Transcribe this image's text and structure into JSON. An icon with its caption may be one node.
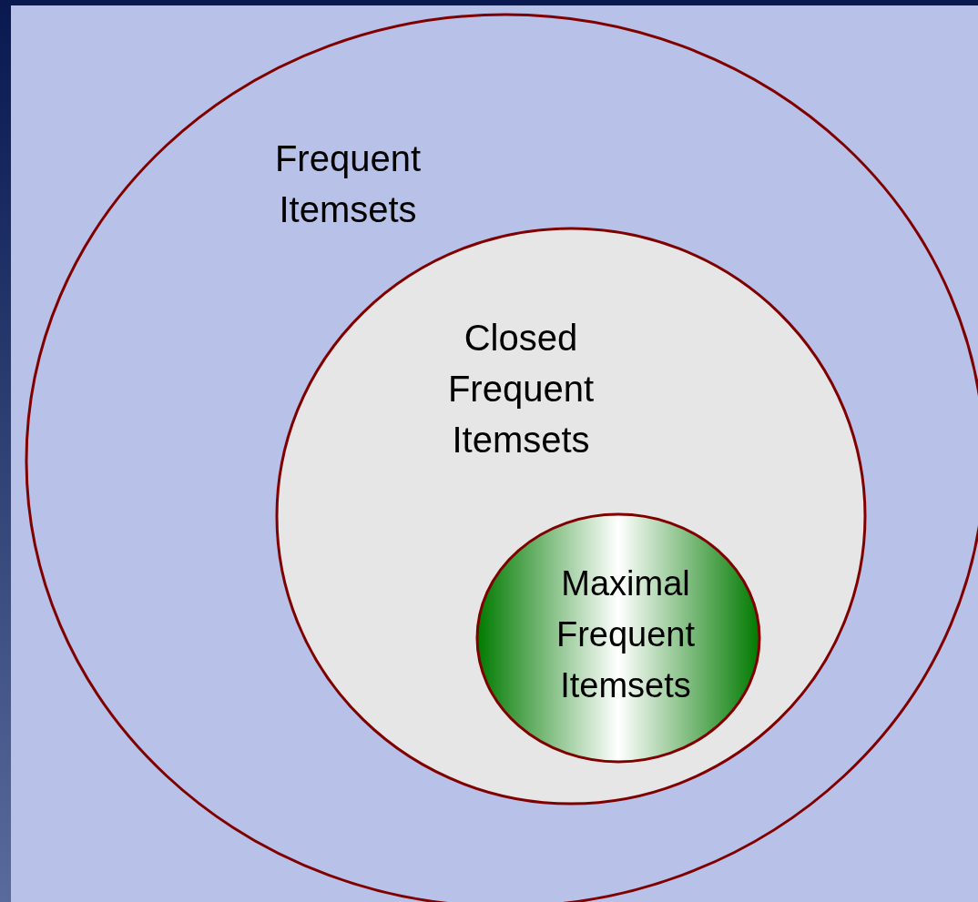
{
  "diagram": {
    "nodes": [
      {
        "text": [
          "Frequent Itemsets"
        ]
      },
      {
        "text": [
          "Closed Frequent Itemsets"
        ],
        "in": 0
      },
      {
        "text": [
          "Maximal Frequent Itemsets"
        ],
        "in": 1
      }
    ]
  }
}
